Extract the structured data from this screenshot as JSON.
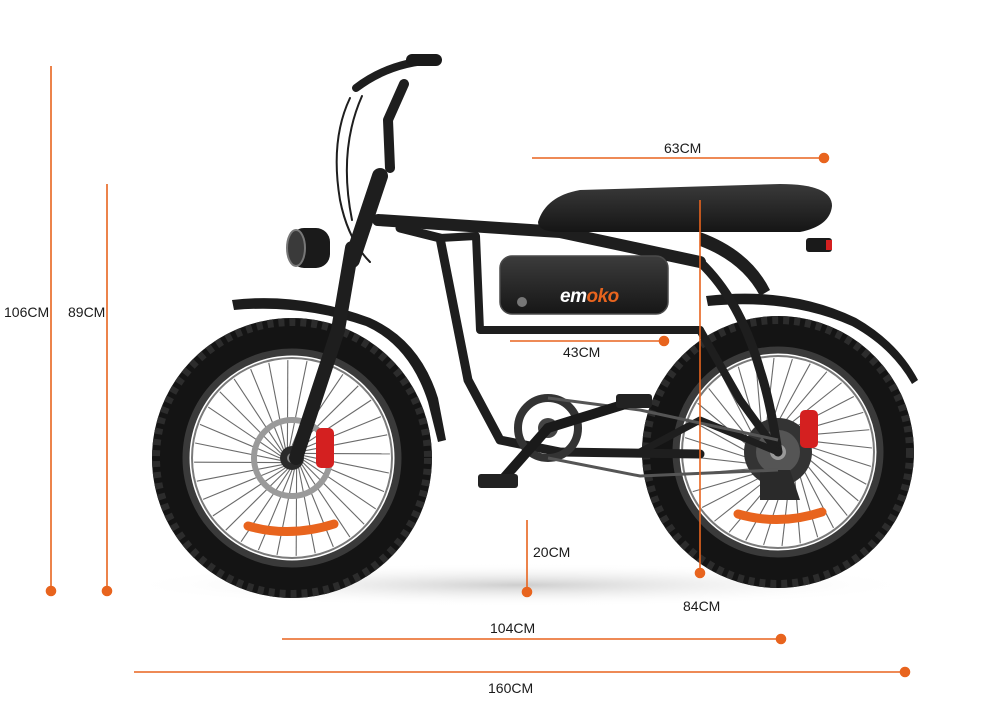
{
  "colors": {
    "accent": "#e8641e",
    "frame": "#1e1e1e",
    "tire": "#141414",
    "brake": "#d42020",
    "rim": "#6e6e6e"
  },
  "dimensions": {
    "total_height": "106CM",
    "seat_height": "89CM",
    "seat_length": "63CM",
    "battery_length": "43CM",
    "ground_clearance": "20CM",
    "rear_height": "84CM",
    "wheelbase": "104CM",
    "total_length": "160CM"
  },
  "logo": {
    "part1": "em",
    "part2": "oko"
  }
}
